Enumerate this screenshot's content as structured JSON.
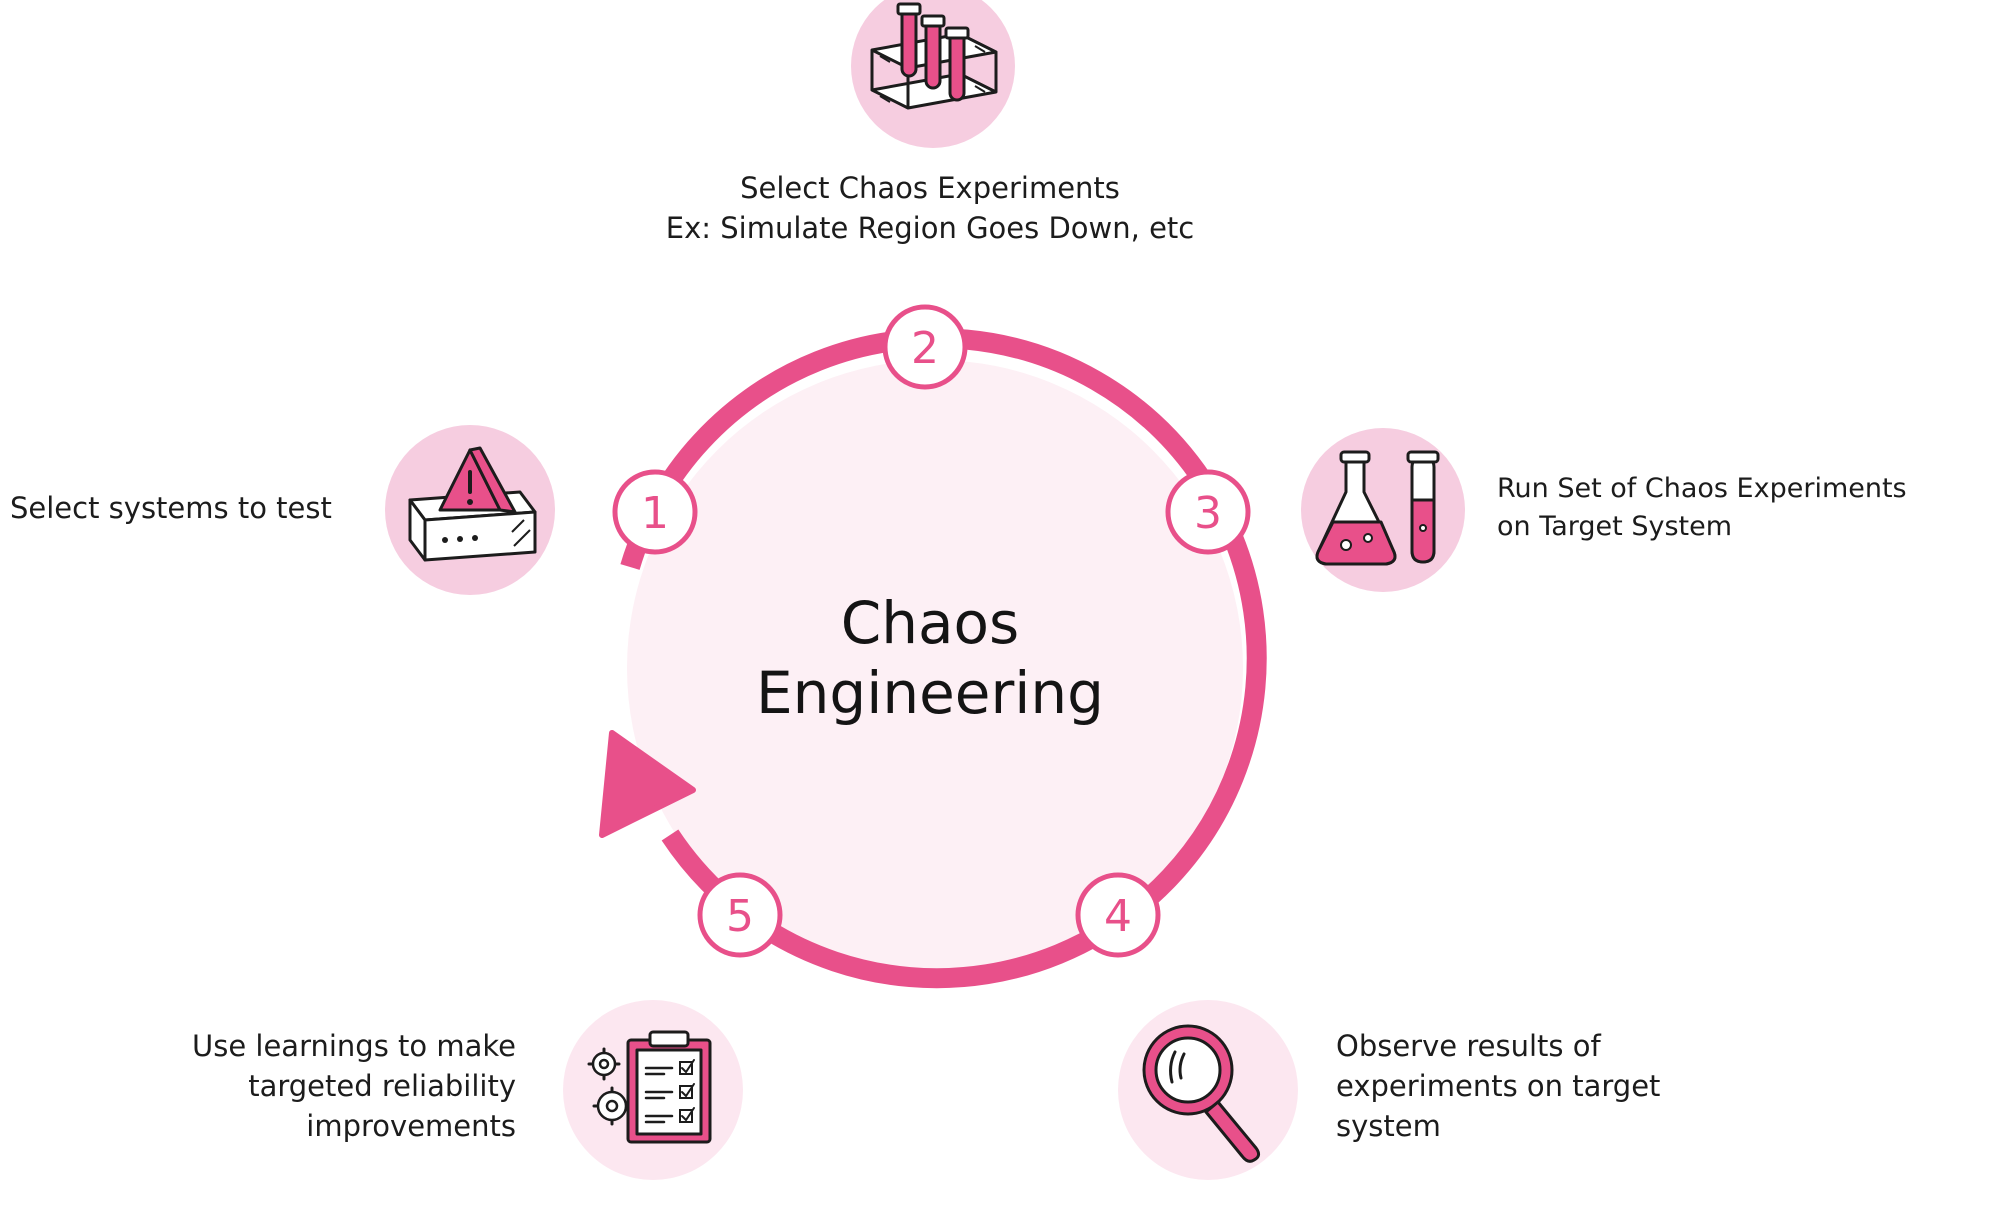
{
  "diagram": {
    "center": {
      "line1": "Chaos",
      "line2": "Engineering"
    },
    "steps": [
      {
        "number": "1",
        "lines": [
          "Select systems to test"
        ],
        "icon": "warning-sign-icon"
      },
      {
        "number": "2",
        "lines": [
          "Select Chaos Experiments",
          "Ex: Simulate Region Goes Down, etc"
        ],
        "icon": "test-tube-rack-icon"
      },
      {
        "number": "3",
        "lines": [
          "Run Set of Chaos Experiments",
          "on Target System"
        ],
        "icon": "flask-and-tube-icon"
      },
      {
        "number": "4",
        "lines": [
          "Observe results of",
          "experiments on target",
          "system"
        ],
        "icon": "magnifying-glass-icon"
      },
      {
        "number": "5",
        "lines": [
          "Use learnings to make",
          "targeted reliability",
          "improvements"
        ],
        "icon": "clipboard-checklist-icon"
      }
    ],
    "colors": {
      "accent": "#e8508a",
      "circle_fill": "#fdf0f5",
      "icon_bg": "#f6cde0",
      "icon_bg_light": "#fce7f0",
      "badge_text": "#e8508a",
      "text": "#1c1c1c"
    }
  }
}
